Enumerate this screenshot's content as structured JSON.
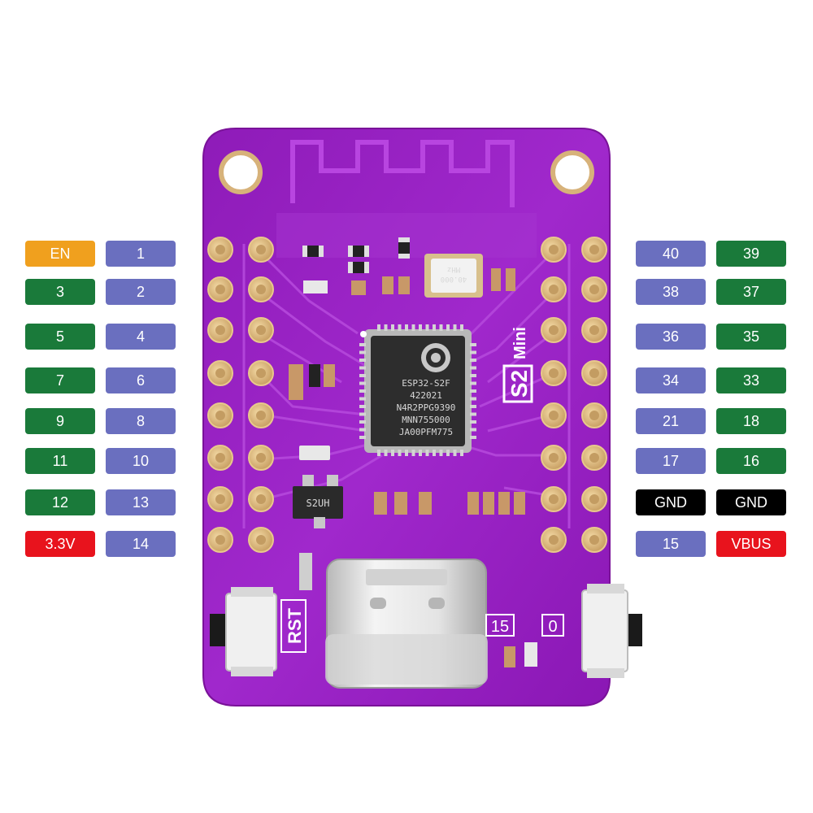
{
  "colors": {
    "en": "#f0a01e",
    "gpio_green": "#1a7a3a",
    "gpio_blue": "#6a6fbf",
    "gnd": "#000000",
    "power": "#e8131d",
    "board": "#9b1fc4"
  },
  "pin_labels": {
    "left_outer": [
      {
        "text": "EN",
        "kind": "en"
      },
      {
        "text": "3",
        "kind": "gpio_green"
      },
      {
        "text": "5",
        "kind": "gpio_green"
      },
      {
        "text": "7",
        "kind": "gpio_green"
      },
      {
        "text": "9",
        "kind": "gpio_green"
      },
      {
        "text": "11",
        "kind": "gpio_green"
      },
      {
        "text": "12",
        "kind": "gpio_green"
      },
      {
        "text": "3.3V",
        "kind": "power"
      }
    ],
    "left_inner": [
      {
        "text": "1",
        "kind": "gpio_blue"
      },
      {
        "text": "2",
        "kind": "gpio_blue"
      },
      {
        "text": "4",
        "kind": "gpio_blue"
      },
      {
        "text": "6",
        "kind": "gpio_blue"
      },
      {
        "text": "8",
        "kind": "gpio_blue"
      },
      {
        "text": "10",
        "kind": "gpio_blue"
      },
      {
        "text": "13",
        "kind": "gpio_blue"
      },
      {
        "text": "14",
        "kind": "gpio_blue"
      }
    ],
    "right_inner": [
      {
        "text": "40",
        "kind": "gpio_blue"
      },
      {
        "text": "38",
        "kind": "gpio_blue"
      },
      {
        "text": "36",
        "kind": "gpio_blue"
      },
      {
        "text": "34",
        "kind": "gpio_blue"
      },
      {
        "text": "21",
        "kind": "gpio_blue"
      },
      {
        "text": "17",
        "kind": "gpio_blue"
      },
      {
        "text": "GND",
        "kind": "gnd"
      },
      {
        "text": "15",
        "kind": "gpio_blue"
      }
    ],
    "right_outer": [
      {
        "text": "39",
        "kind": "gpio_green"
      },
      {
        "text": "37",
        "kind": "gpio_green"
      },
      {
        "text": "35",
        "kind": "gpio_green"
      },
      {
        "text": "33",
        "kind": "gpio_green"
      },
      {
        "text": "18",
        "kind": "gpio_green"
      },
      {
        "text": "16",
        "kind": "gpio_green"
      },
      {
        "text": "GND",
        "kind": "gnd"
      },
      {
        "text": "VBUS",
        "kind": "power"
      }
    ]
  },
  "board": {
    "chip_lines": [
      "ESP32-S2F",
      "422021",
      "N4R2PPG9390",
      "MNN755000",
      "JA00PFM775"
    ],
    "model_main": "S2",
    "model_sub": "Mini",
    "rst_label": "RST",
    "btn_left_label": "15",
    "btn_right_label": "0",
    "crystal_label": "40.000",
    "crystal_unit": "MHz",
    "regulator_label": "S2UH"
  }
}
